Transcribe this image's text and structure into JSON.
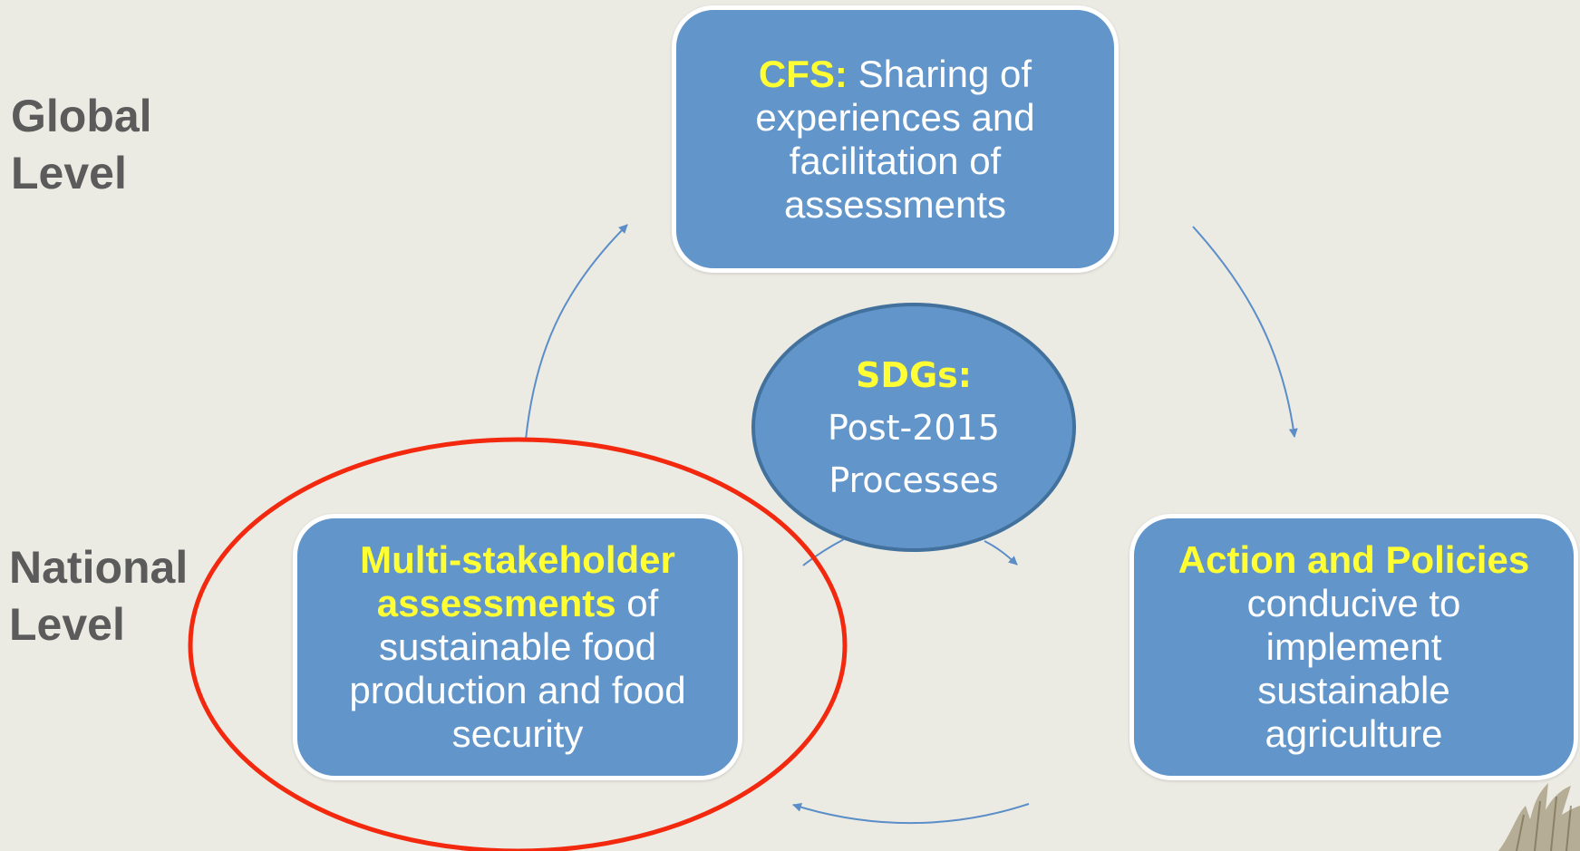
{
  "levels": {
    "global": [
      "Global",
      "Level"
    ],
    "national": [
      "National",
      "Level"
    ]
  },
  "cfs_box": {
    "highlight": "CFS:",
    "text_first": "Sharing of",
    "lines": [
      "experiences and",
      "facilitation of",
      "assessments"
    ]
  },
  "sdgs": {
    "highlight": "SDGs:",
    "lines": [
      "Post-2015",
      "Processes"
    ]
  },
  "assessments_box": {
    "highlight_lines": [
      "Multi-stakeholder",
      "assessments"
    ],
    "text_after": "of",
    "lines": [
      "sustainable food",
      "production and food",
      "security"
    ]
  },
  "action_box": {
    "highlight": "Action and Policies",
    "lines": [
      "conducive to",
      "implement",
      "sustainable",
      "agriculture"
    ]
  },
  "colors": {
    "box_fill": "#6295c9",
    "highlight": "#ffff33",
    "focus_ring": "#f2290f",
    "arrow": "#5b8dc8",
    "label": "#5b5b5b"
  }
}
